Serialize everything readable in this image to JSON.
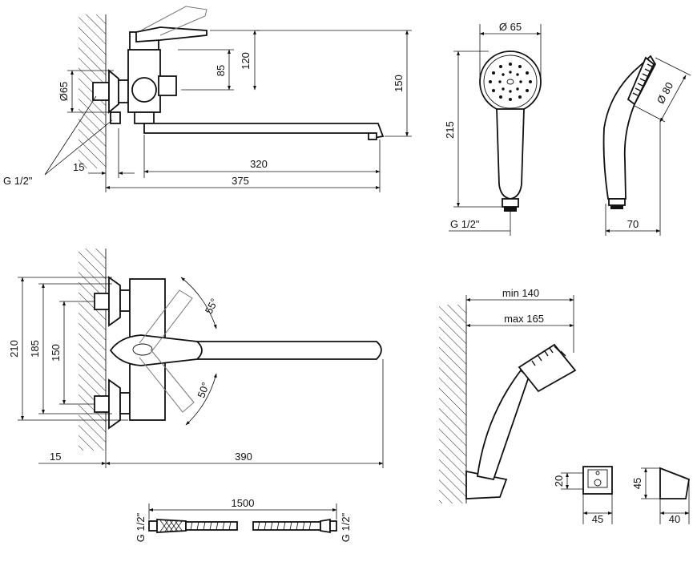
{
  "dimensions": {
    "v85": "85",
    "v120": "120",
    "v150_top": "150",
    "d65_left": "Ø65",
    "g12_left": "G 1/2\"",
    "h15_top": "15",
    "h320": "320",
    "h375": "375",
    "d65_head": "Ø 65",
    "v215": "215",
    "g12_head": "G 1/2\"",
    "d80": "Ø 80",
    "h70": "70",
    "v210": "210",
    "v185": "185",
    "v150_front": "150",
    "a55": "55°",
    "a50": "50°",
    "h15_front": "15",
    "h390": "390",
    "min140": "min 140",
    "max165": "max 165",
    "v20": "20",
    "h45_a": "45",
    "v45": "45",
    "h40": "40",
    "h1500": "1500",
    "g12_hose_l": "G 1/2\"",
    "g12_hose_r": "G 1/2\""
  }
}
